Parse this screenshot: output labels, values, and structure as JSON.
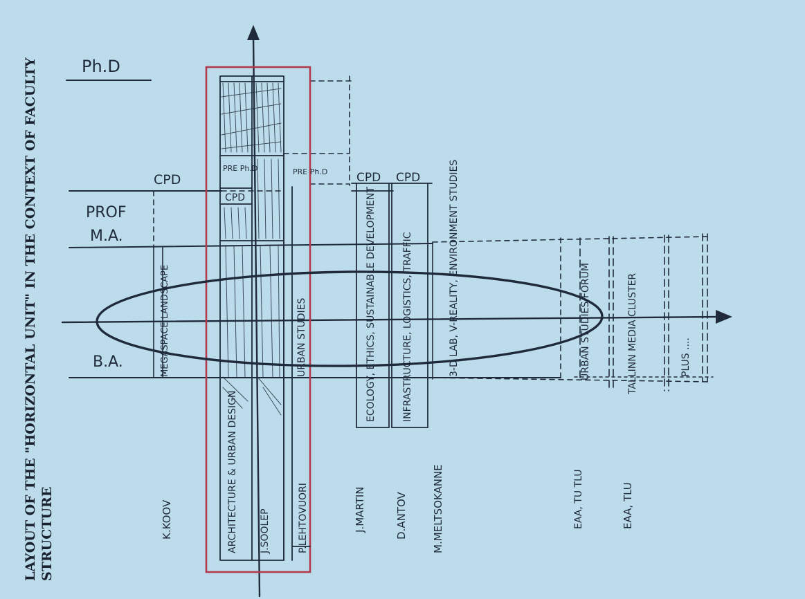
{
  "title": {
    "line1": "LAYOUT OF THE \"HORIZONTAL UNIT\" IN THE CONTEXT OF FACULTY",
    "line2": "STRUCTURE"
  },
  "levels": {
    "phd": "Ph.D",
    "cpd": "CPD",
    "prof": "PROF",
    "ma": "M.A.",
    "ba": "B.A."
  },
  "programs": {
    "landscape": "MEGASPACE LANDSCAPE",
    "architecture": "ARCHITECTURE & URBAN DESIGN",
    "urban_studies": "URBAN STUDIES",
    "ecology": "ECOLOGY, ETHICS, SUSTAINABLE DEVELOPMENT",
    "infrastructure": "INFRASTRUCTURE, LOGISTICS, TRAFFIC",
    "lab3d": "3-D LAB, V-REALITY, ENVIRONMENT STUDIES",
    "urban_forum": "URBAN STUDIES FORUM",
    "tallinn_media": "TALLINN MEDIA CLUSTER",
    "plus": "PLUS ....",
    "pre_phd_1": "PRE Ph.D",
    "pre_phd_2": "PRE Ph.D",
    "cpd_arch": "CPD",
    "cpd_eco": "CPD",
    "cpd_infra": "CPD"
  },
  "people": {
    "koov": "K.KOOV",
    "soolep": "J.SOOLEP",
    "lehtovuori": "P.LEHTOVUORI",
    "martin": "J.MARTIN",
    "antov": "D.ANTOV",
    "meltsokanne": "M.MELTSOKANNE",
    "eaa_tu": "EAA, TU TLU",
    "eaa_tlu": "EAA, TLU"
  }
}
